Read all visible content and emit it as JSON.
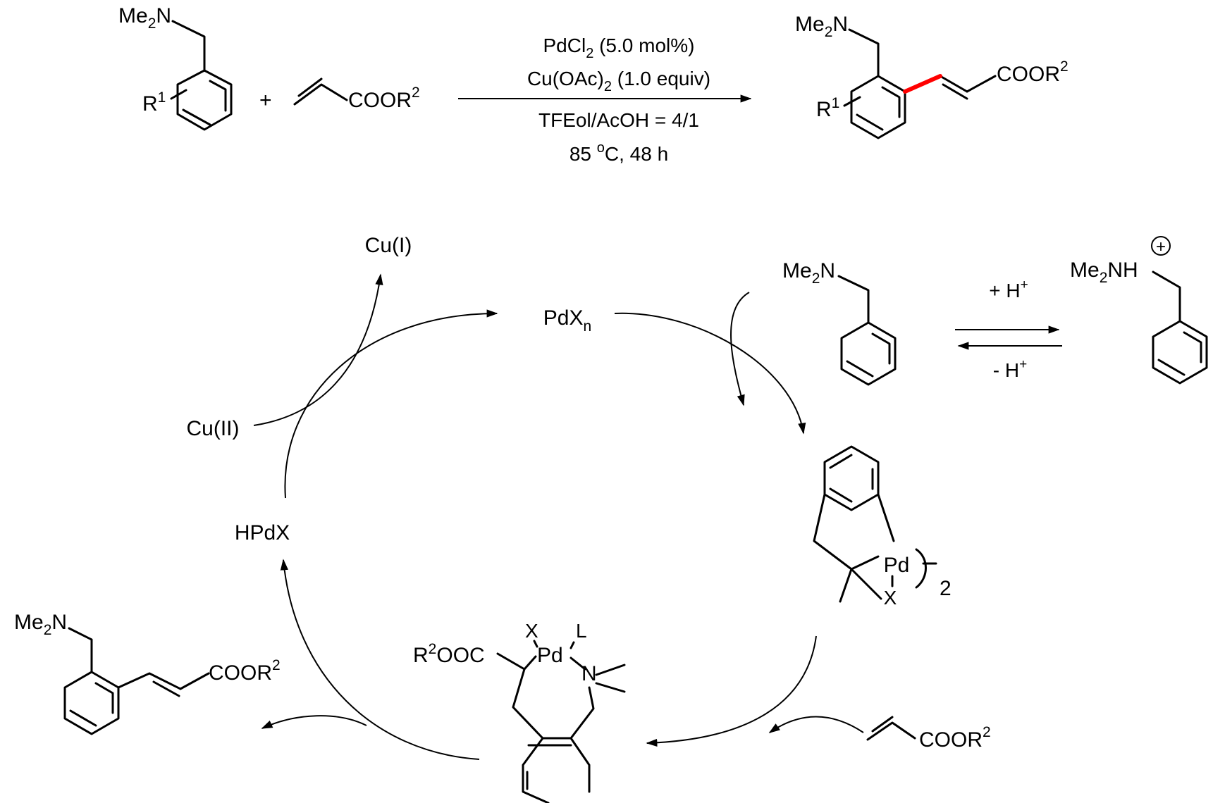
{
  "colors": {
    "ink": "#000000",
    "new_bond": "#ff0000",
    "background": "#ffffff"
  },
  "top_reaction": {
    "reactant_amine": {
      "amine": "Me",
      "amine_sub": "2",
      "amine_n": "N",
      "r_label": "R",
      "r_sup": "1"
    },
    "plus": "+",
    "acrylate": {
      "ester": "COOR",
      "ester_sup": "2"
    },
    "conditions": {
      "line1": "PdCl",
      "line1_sub": "2",
      "line1_rest": " (5.0 mol%)",
      "line2": "Cu(OAc)",
      "line2_sub": "2",
      "line2_rest": " (1.0 equiv)",
      "line3": "TFEol/AcOH = 4/1",
      "line4": "85 ",
      "line4_sup": "o",
      "line4_rest": "C, 48 h"
    },
    "product": {
      "amine": "Me",
      "amine_sub": "2",
      "amine_n": "N",
      "ester": "COOR",
      "ester_sup": "2",
      "r_label": "R",
      "r_sup": "1"
    }
  },
  "cycle": {
    "pd_species": {
      "text": "PdX",
      "sub": "n"
    },
    "cu_reduced": "Cu(I)",
    "cu_oxidized": "Cu(II)",
    "hydride": "HPdX",
    "substrate": {
      "amine": "Me",
      "amine_sub": "2",
      "amine_n": "N"
    },
    "equilibrium": {
      "forward": "+ H",
      "forward_sup": "+",
      "reverse": "- H",
      "reverse_sup": "+"
    },
    "ammonium": {
      "text": "Me",
      "sub": "2",
      "rest": "NH",
      "charge": "+"
    },
    "palladacycle": {
      "metal": "Pd",
      "ligand_x": "X",
      "dimer": "2"
    },
    "acrylate": {
      "ester": "COOR",
      "ester_sup": "2"
    },
    "insertion_intermediate": {
      "ester_r": "R",
      "ester_sup": "2",
      "ester_rest": "OOC",
      "x": "X",
      "l": "L",
      "metal": "Pd",
      "n": "N"
    },
    "product": {
      "amine": "Me",
      "amine_sub": "2",
      "amine_n": "N",
      "ester": "COOR",
      "ester_sup": "2"
    }
  }
}
